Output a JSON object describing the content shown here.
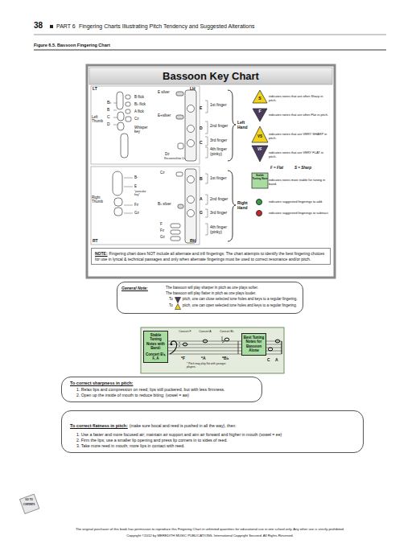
{
  "diagram": {
    "title": "Bassoon Key Chart",
    "caption": "Figure 6.5. Bassoon Fingering Chart",
    "nodes": [
      {
        "text": [
          "NOTE:",
          "Fingering chart does NOT include all alternate and trill fingerings: The chart attempts to identify the best fingering choices for use in lyrical & technical passages and only when alternate fingerings must be used to correct resonance and/or pitch."
        ]
      },
      {
        "text": [
          "General Note:",
          "The bassoon will play sharper in pitch as one plays softer.",
          "The bassoon will play flatter in pitch as one plays louder.",
          "To",
          "pitch, one can close selected tone holes and keys to a regular fingering.",
          "To",
          "pitch, one can open selected tone holes and keys to a regular fingering."
        ]
      },
      {
        "text": [
          "Stable Tuning Notes with Band:",
          "Concert B♭, F, A"
        ]
      },
      {
        "text": [
          "Best Tuning Notes for Bassoon Alone"
        ]
      },
      {
        "text": [
          "To correct sharpness in pitch:",
          "1. Relax lips and compression on reed; lips still puckered, but with less firmness.",
          "2. Open up the inside of mouth to reduce biting; (vowel = aw)"
        ]
      },
      {
        "text": [
          "To correct flatness in pitch:",
          "(make sure bocal and reed is pushed in all the way), then:",
          "1. Use a faster and more focused air; maintain air support and aim air forward and higher in mouth (vowel = ee)",
          "2. Firm the lips; use a smaller lip opening and press lip corners in to sides of reed.",
          "3. Take more reed in mouth; more lips in contact with reed."
        ]
      }
    ],
    "labels": [
      "38",
      "PART 6",
      "Fingering Charts Illustrating Pitch Tendency and Suggested Alterations",
      "LT",
      "LH",
      "Left Thumb",
      "B♭",
      "B",
      "C",
      "D",
      "B flick",
      "B♭ flick",
      "A flick",
      "C♯",
      "Whisper key",
      "E silver",
      "E+silver",
      "D♯",
      "Recovered low C♯",
      "1st finger",
      "E",
      "2nd finger",
      "D",
      "3rd finger",
      "C",
      "4th finger (pinky)",
      "Left Hand",
      "Right Thumb",
      "B-",
      "E",
      "\"pancake key\"",
      "F♯",
      "G♯",
      "C♯",
      "B",
      "1st finger",
      "A",
      "2nd finger",
      "B♭ silver",
      "G",
      "3rd finger",
      "F",
      "F♯",
      "G♯",
      "4th finger (pinky)",
      "Right Hand",
      "RT",
      "RH",
      "S",
      "F",
      "VS",
      "VF",
      "Stable Tuning Note",
      "F = Flat",
      "S = Sharp",
      "Concert F",
      "Concert A",
      "Concert B♭",
      "*F",
      "*A",
      "*B♭",
      "* Pitch may play flat with younger players.",
      "C",
      "A",
      "GO TO",
      "CONTENTS",
      "The original purchaser of this book has permission to reproduce this Fingering Chart in unlimited quantities for educational use in one school only. Any other use is strictly prohibited.",
      "Copyright ©2012 by MEREDITH MUSIC PUBLICATIONS. International Copyright Secured. All Rights Reserved."
    ],
    "legend": [
      {
        "text": "indicates notes that are often Sharp in pitch."
      },
      {
        "text": "indicates notes that are often Flat in pitch."
      },
      {
        "text": "indicates notes that are VERY SHARP in pitch."
      },
      {
        "text": "indicates notes that are VERY FLAT in pitch."
      },
      {
        "text": "indicates notes most stable for tuning in band."
      },
      {
        "text": "indicates suggested fingerings to add.",
        "color": "#2e9e48"
      },
      {
        "text": "indicates suggested fingerings to subtract.",
        "color": "#c2272d"
      }
    ]
  }
}
